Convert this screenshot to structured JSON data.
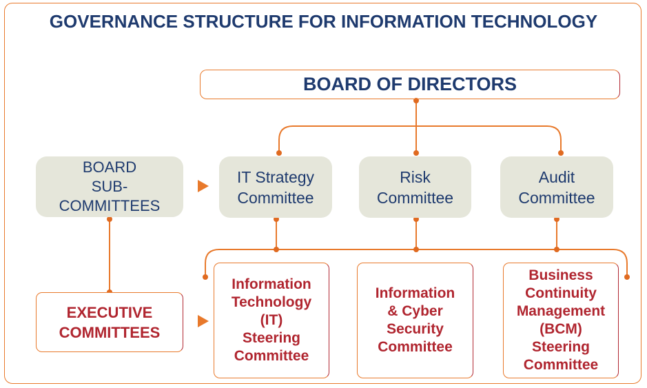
{
  "title": "GOVERNANCE STRUCTURE FOR INFORMATION TECHNOLOGY",
  "board": "BOARD OF DIRECTORS",
  "left": {
    "sub_committees": "BOARD\nSUB-\nCOMMITTEES",
    "executive": "EXECUTIVE\nCOMMITTEES"
  },
  "committees": [
    "IT Strategy\nCommittee",
    "Risk\nCommittee",
    "Audit\nCommittee"
  ],
  "executive_committees": [
    "Information\nTechnology\n(IT)\nSteering\nCommittee",
    "Information\n& Cyber\nSecurity\nCommittee",
    "Business\nContinuity\nManagement\n(BCM)\nSteering\nCommittee"
  ],
  "colors": {
    "navy": "#1e3a6e",
    "red": "#b0252f",
    "orange": "#e8792b",
    "box_fill": "#e5e6da"
  }
}
